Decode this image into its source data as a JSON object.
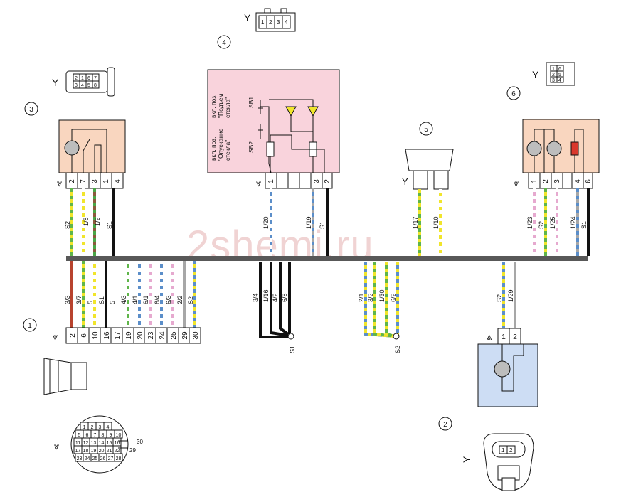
{
  "watermark": "2shemi.ru",
  "callouts": [
    "1",
    "2",
    "3",
    "4",
    "5",
    "6"
  ],
  "module4": {
    "text_raise": [
      "вкл. поз.",
      "\"Подъем",
      "стекла\""
    ],
    "text_lower": [
      "вкл. поз.",
      "\"Опускание",
      "стекла\""
    ],
    "sb1": "SB1",
    "sb2": "SB2",
    "pins": [
      "1",
      "",
      "",
      "3",
      "2"
    ]
  },
  "connector3": {
    "pins": [
      "2",
      "7",
      "3",
      "1",
      "4"
    ]
  },
  "connector6": {
    "pins": [
      "1",
      "2",
      "3",
      "4",
      "6"
    ]
  },
  "top_wires_left": [
    "S2",
    "1/8",
    "1/2",
    "S1"
  ],
  "top_wires_mid": [
    "1/20",
    "1/19",
    "S1"
  ],
  "top_wires_5": [
    "1/17",
    "1/10"
  ],
  "top_wires_right": [
    "1/23",
    "S2",
    "1/25",
    "1/24",
    "S1"
  ],
  "bottom_wires_left": [
    "3/3",
    "3/7",
    "5",
    "S1",
    "5",
    "4/3",
    "4/1",
    "6/1",
    "6/4",
    "6/3",
    "2/2",
    "S2"
  ],
  "connector1_pins": [
    "2",
    "6",
    "10",
    "16",
    "17",
    "19",
    "20",
    "23",
    "24",
    "25",
    "29",
    "30"
  ],
  "s1_wires": [
    "3/4",
    "1/16",
    "4/2",
    "6/8"
  ],
  "s1_label": "S1",
  "s2_wires": [
    "2/1",
    "3/2",
    "1/30",
    "6/2"
  ],
  "s2_label": "S2",
  "conn2_wires": [
    "S2",
    "1/29"
  ],
  "connector2_pins": [
    "1",
    "2"
  ],
  "thumb_small_3": [
    "2",
    "1",
    "6",
    "7",
    "3",
    "4",
    "5",
    "8"
  ],
  "thumb_top_4": [
    "1",
    "2",
    "3",
    "4"
  ],
  "thumb_small_6": [
    "1",
    "6",
    "2",
    "5",
    "3",
    "4"
  ],
  "thumb_2_pins": [
    "1",
    "2"
  ],
  "round_connector": [
    "1",
    "2",
    "3",
    "4",
    "5",
    "6",
    "7",
    "8",
    "9",
    "10",
    "11",
    "12",
    "13",
    "14",
    "15",
    "16",
    "17",
    "18",
    "19",
    "20",
    "21",
    "22",
    "23",
    "24",
    "25",
    "26",
    "27",
    "28"
  ],
  "round_side": [
    "29",
    "30"
  ],
  "colors": {
    "module_pink": "#f9d3dc",
    "connector_peach": "#f9d6bf",
    "motor_blue": "#cdddf4",
    "bus": "#585858"
  }
}
